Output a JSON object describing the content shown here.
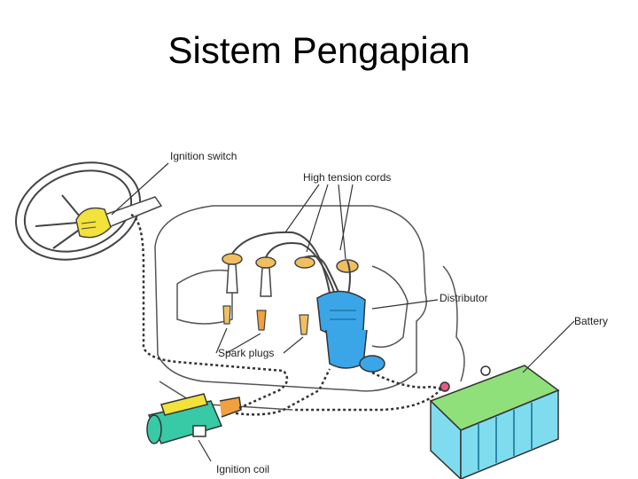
{
  "slide": {
    "title": "Sistem Pengapian"
  },
  "diagram": {
    "labels": {
      "ignition_switch": "Ignition switch",
      "high_tension_cords": "High tension cords",
      "distributor": "Distributor",
      "battery": "Battery",
      "spark_plugs": "Spark plugs",
      "ignition_coil": "Ignition coil"
    },
    "colors": {
      "ignition_switch": "#f2e23a",
      "distributor": "#3aa6e8",
      "ignition_coil": "#38c9a6",
      "battery_case": "#7fdcef",
      "battery_top": "#8fe07a",
      "plug_body": "#f0c060",
      "line": "#444444"
    }
  }
}
